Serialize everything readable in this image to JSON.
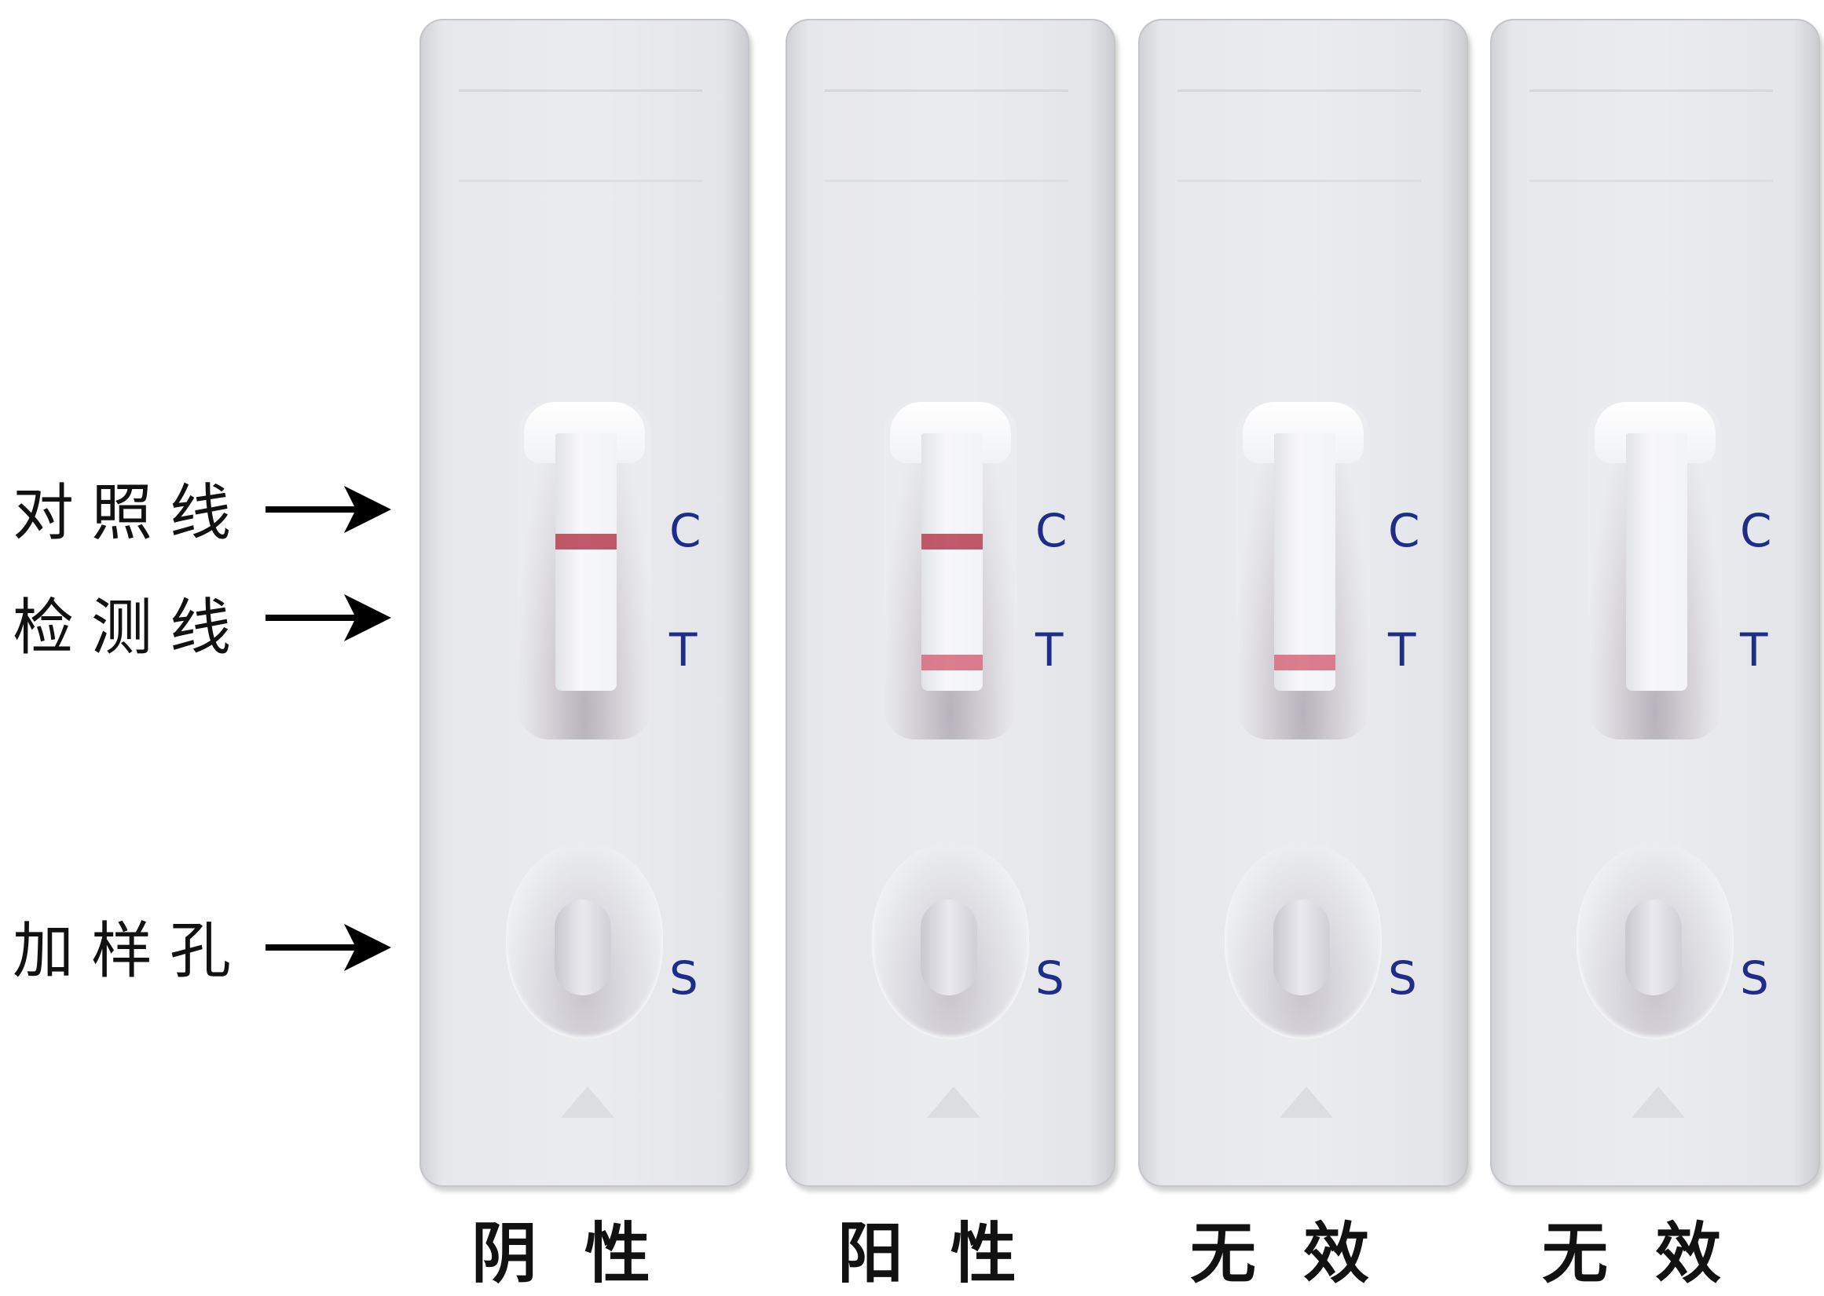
{
  "labels": {
    "control_line": "对照线",
    "test_line": "检测线",
    "sample_well": "加样孔"
  },
  "markers": {
    "c": "C",
    "t": "T",
    "s": "S"
  },
  "cassettes": [
    {
      "caption": "阴性",
      "control_band": true,
      "test_band": false
    },
    {
      "caption": "阳性",
      "control_band": true,
      "test_band": true
    },
    {
      "caption": "无效",
      "control_band": false,
      "test_band": true
    },
    {
      "caption": "无效",
      "control_band": false,
      "test_band": false
    }
  ],
  "colors": {
    "band": "#b8485b",
    "marker_text": "#1f2d8a"
  }
}
